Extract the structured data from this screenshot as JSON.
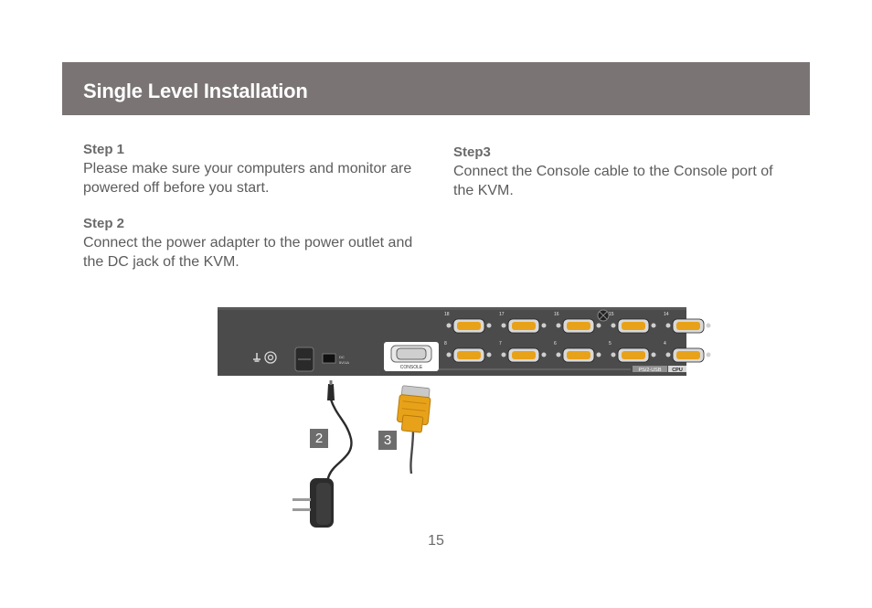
{
  "header": {
    "title": "Single Level Installation"
  },
  "steps": [
    {
      "title": "Step 1",
      "body": "Please make sure your computers and monitor are powered off before you start."
    },
    {
      "title": "Step 2",
      "body": "Connect the power adapter to the power outlet and the DC jack of the KVM."
    },
    {
      "title": "Step3",
      "body": "Connect the Console cable to the Console port of the KVM."
    }
  ],
  "kvm_panel": {
    "console_label": "CONSOLE",
    "ps2_usb_label": "PS/2-USB",
    "cpu_label": "CPU",
    "top_row_ports": [
      "18",
      "17",
      "16",
      "15",
      "14"
    ],
    "bottom_row_ports": [
      "8",
      "7",
      "6",
      "5",
      "4"
    ],
    "dc_label_line1": "DC",
    "dc_label_line2": "5V/1A"
  },
  "callouts": [
    "2",
    "3"
  ],
  "colors": {
    "banner": "#7a7474",
    "panel": "#4b4b4b",
    "connector": "#e8a21a"
  },
  "page_number": "15"
}
